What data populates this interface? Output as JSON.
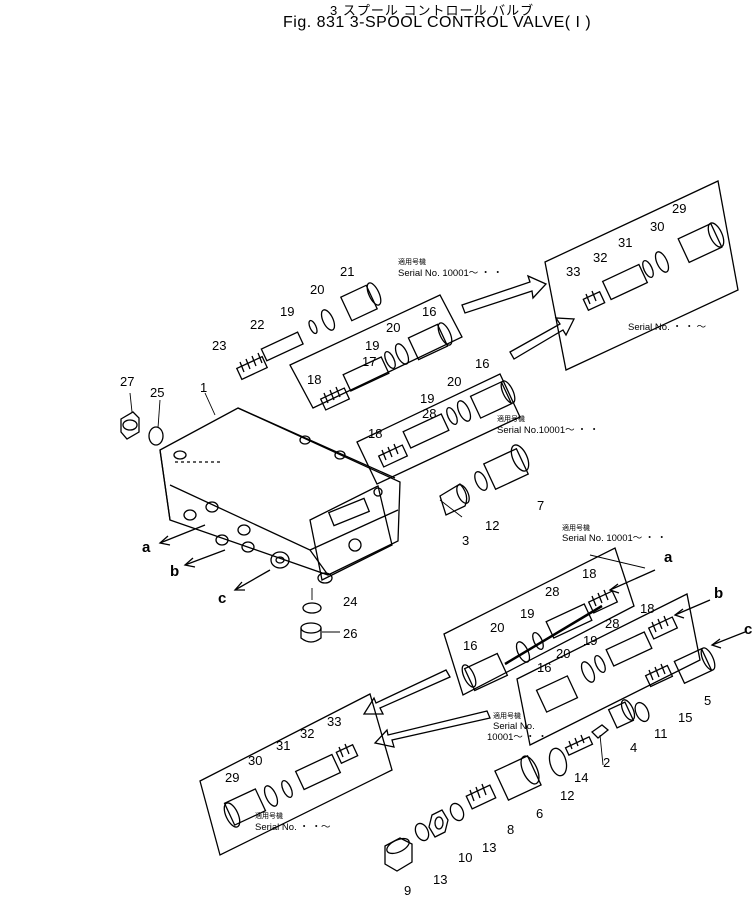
{
  "header": {
    "title_jp": "3 スプール コントロール バルブ",
    "title_en": "Fig. 831 3-SPOOL CONTROL VALVE( I )"
  },
  "notes": {
    "n1_jp": "適用号機",
    "n1": "Serial No. 10001～ ・ ・",
    "n2": "Serial No. ・ ・ ～",
    "n3_jp": "適用号機",
    "n3": "Serial No.10001～ ・ ・",
    "n4_jp": "適用号機",
    "n4": "Serial No. 10001～ ・ ・",
    "n5_jp": "適用号機",
    "n5a": "Serial No.",
    "n5b": "10001～ ・ ・",
    "n6_jp": "適用号機",
    "n6": "Serial No. ・ ・～"
  },
  "ports": {
    "a": "a",
    "b": "b",
    "c": "c"
  },
  "parts": {
    "p1": "1",
    "p2": "2",
    "p3": "3",
    "p4": "4",
    "p5": "5",
    "p6": "6",
    "p7": "7",
    "p8": "8",
    "p9": "9",
    "p10": "10",
    "p11": "11",
    "p12": "12",
    "p13": "13",
    "p14": "14",
    "p15": "15",
    "p16": "16",
    "p17": "17",
    "p18": "18",
    "p19": "19",
    "p20": "20",
    "p21": "21",
    "p22": "22",
    "p23": "23",
    "p24": "24",
    "p25": "25",
    "p26": "26",
    "p27": "27",
    "p28": "28",
    "p29": "29",
    "p30": "30",
    "p31": "31",
    "p32": "32",
    "p33": "33"
  }
}
